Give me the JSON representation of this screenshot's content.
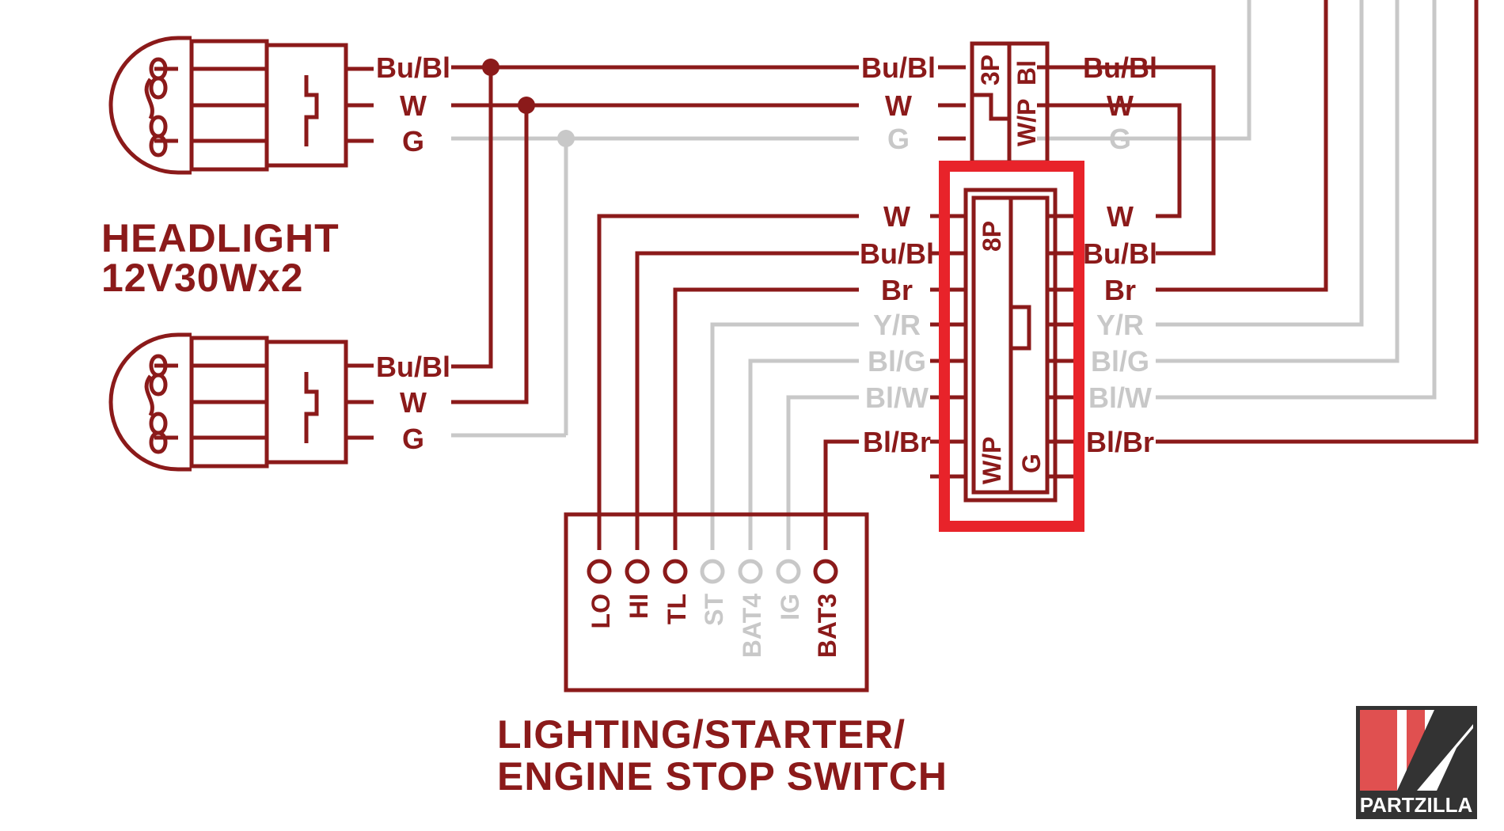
{
  "colors": {
    "wire": "#8b1a1a",
    "faded": "#c8c8c8",
    "highlight": "#e8232a",
    "logo_red": "#e05050",
    "logo_dark": "#333333"
  },
  "headlight": {
    "title_line1": "HEADLIGHT",
    "title_line2": "12V30Wx2"
  },
  "switch": {
    "title_line1": "LIGHTING/STARTER/",
    "title_line2": "ENGINE STOP SWITCH",
    "pins": [
      "LO",
      "HI",
      "TL",
      "ST",
      "BAT4",
      "IG",
      "BAT3"
    ]
  },
  "wires": {
    "upper_lamp": [
      "Bu/Bl",
      "W",
      "G"
    ],
    "lower_lamp": [
      "Bu/Bl",
      "W",
      "G"
    ],
    "conn3p_left": [
      "Bu/Bl",
      "W",
      "G"
    ],
    "conn3p_right": [
      "Bu/Bl",
      "W",
      "G"
    ],
    "conn8p_left": [
      "W",
      "Bu/Bl",
      "Br",
      "Y/R",
      "Bl/G",
      "Bl/W",
      "Bl/Br"
    ],
    "conn8p_right": [
      "W",
      "Bu/Bl",
      "Br",
      "Y/R",
      "Bl/G",
      "Bl/W",
      "Bl/Br"
    ]
  },
  "connectors": {
    "c3p_top": "3P",
    "c3p_side": "Bl",
    "c3p_color": "W/P",
    "c8p_top": "8P",
    "c8p_left": "W/P",
    "c8p_right": "G"
  },
  "logo": {
    "text": "PARTZILLA"
  }
}
